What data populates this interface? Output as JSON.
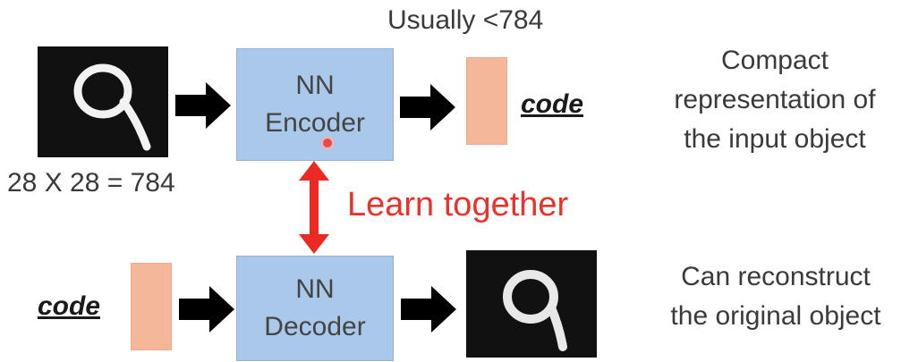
{
  "encoder": {
    "line1": "NN",
    "line2": "Encoder"
  },
  "decoder": {
    "line1": "NN",
    "line2": "Decoder"
  },
  "labels": {
    "usually": "Usually <784",
    "input_size": "28 X 28 = 784",
    "code_top": "code",
    "code_bottom": "code",
    "learn_together": "Learn together"
  },
  "descriptions": {
    "top": [
      "Compact",
      "representation of",
      "the input object"
    ],
    "bottom": [
      "Can reconstruct",
      "the original object"
    ]
  },
  "colors": {
    "nn_box": "#a9c8ea",
    "code_bar": "#f5b79a",
    "learn_text": "#e8322a",
    "arrow": "#000000"
  }
}
